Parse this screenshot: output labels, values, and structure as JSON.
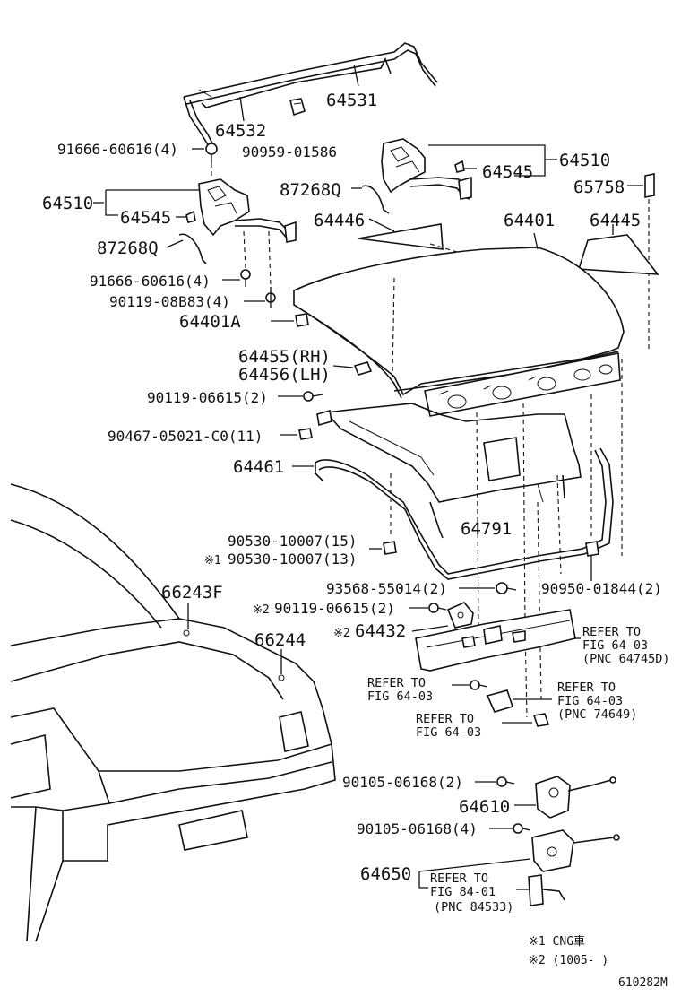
{
  "labels": {
    "p64531": "64531",
    "p64532": "64532",
    "p90959": "90959-01586",
    "p91666a": "91666-60616(4)",
    "p64510a": "64510",
    "p64545a": "64545",
    "p87268a": "87268Q",
    "p64510b": "64510",
    "p64545b": "64545",
    "p87268b": "87268Q",
    "p65758": "65758",
    "p64446": "64446",
    "p64401": "64401",
    "p64445": "64445",
    "p91666b": "91666-60616(4)",
    "p90119a": "90119-08B83(4)",
    "p64401A": "64401A",
    "p64455": "64455(RH)",
    "p64456": "64456(LH)",
    "p90119b": "90119-06615(2)",
    "p90467": "90467-05021-C0(11)",
    "p64461": "64461",
    "p64791": "64791",
    "p90530a": "90530-10007(15)",
    "p90530b": "90530-10007(13)",
    "p66243F": "66243F",
    "p93568": "93568-55014(2)",
    "p90950": "90950-01844(2)",
    "p90119c": "90119-06615(2)",
    "p64432": "64432",
    "p66244": "66244",
    "p90105a": "90105-06168(2)",
    "p64610": "64610",
    "p90105b": "90105-06168(4)",
    "p64650": "64650"
  },
  "refs": {
    "r1_l1": "REFER TO",
    "r1_l2": "FIG 64-03",
    "r1_l3": "(PNC 64745D)",
    "r2_l1": "REFER TO",
    "r2_l2": "FIG 64-03",
    "r3_l1": "REFER TO",
    "r3_l2": "FIG 64-03",
    "r3_l3": "(PNC 74649)",
    "r4_l1": "REFER TO",
    "r4_l2": "FIG 64-03",
    "r5_l1": "REFER TO",
    "r5_l2": "FIG 84-01",
    "r5_l3": "(PNC 84533)"
  },
  "marks": {
    "m1": "※1",
    "m2": "※2",
    "m2b": "※2"
  },
  "notes": {
    "note1": "※1 CNG車",
    "note2": "※2 (1005-      )",
    "code": "610282M"
  }
}
